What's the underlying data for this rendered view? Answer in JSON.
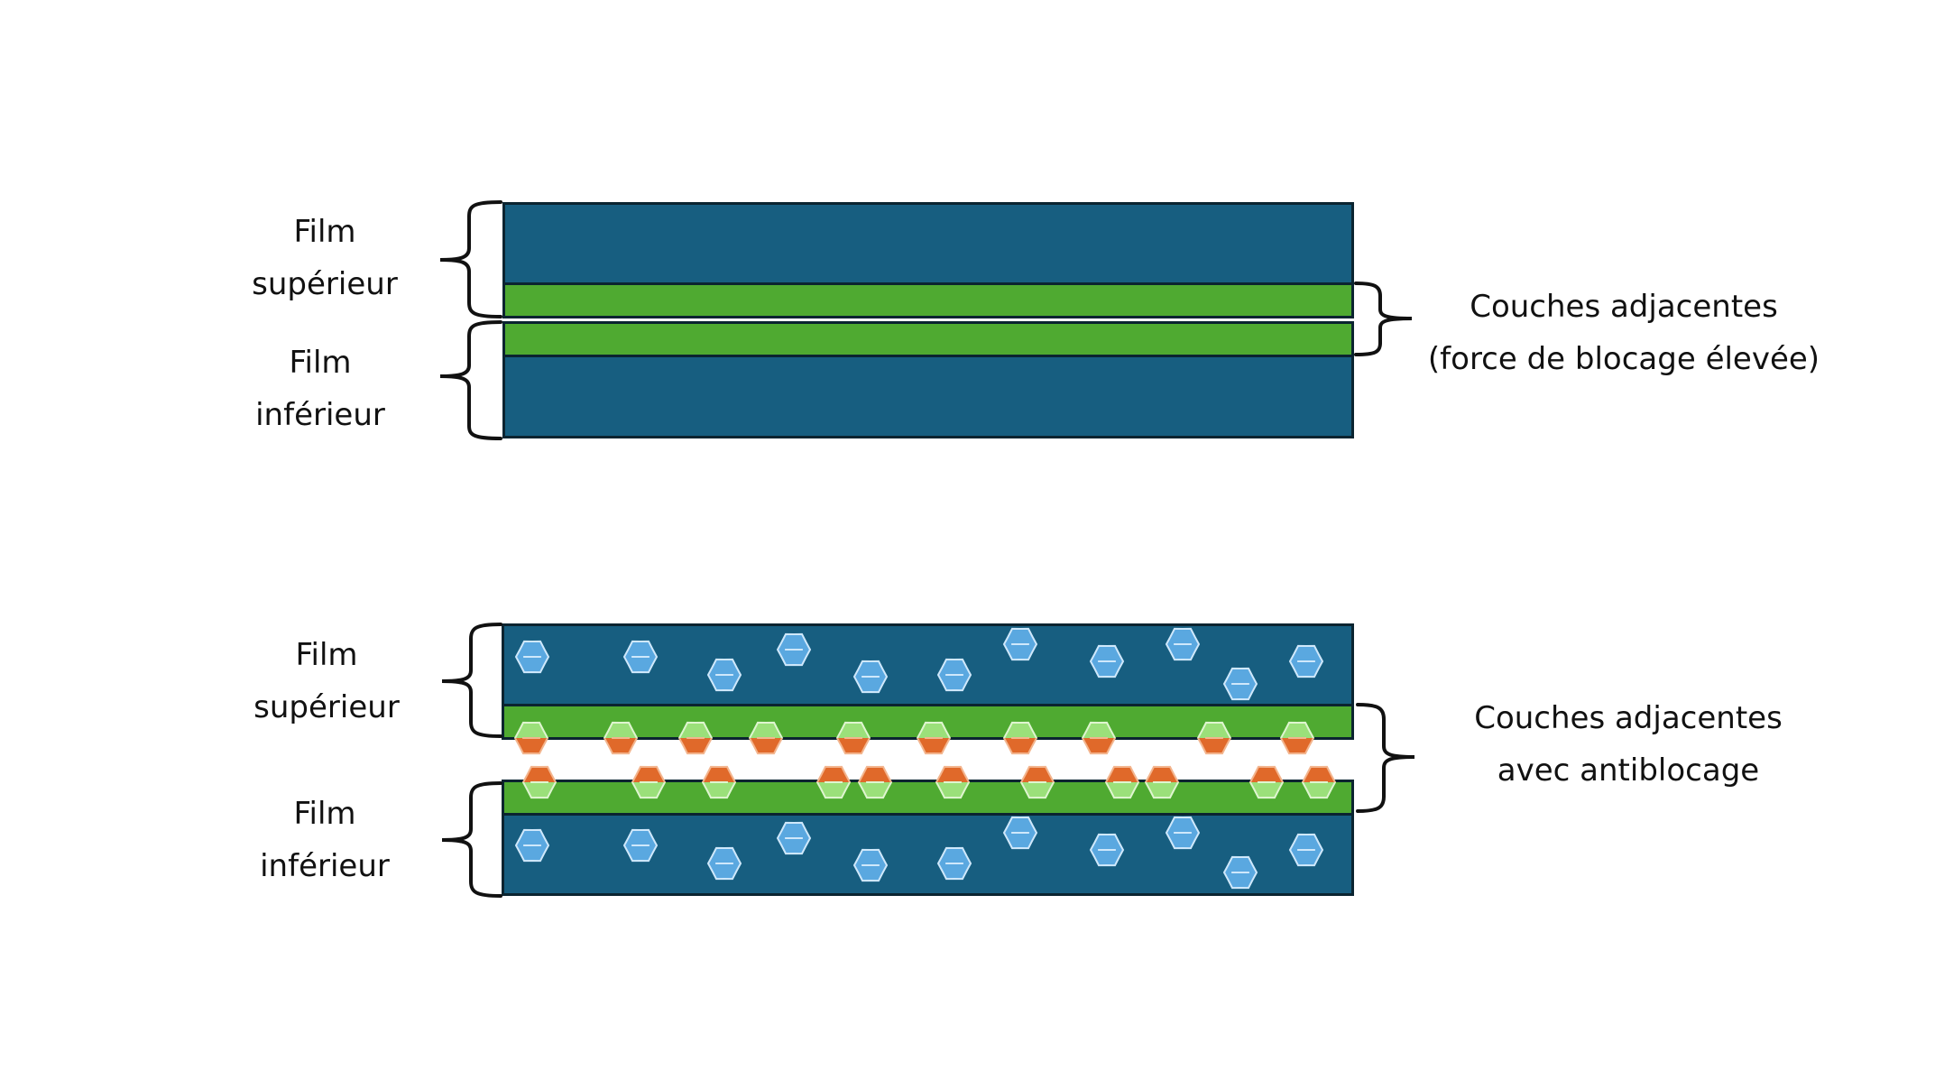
{
  "diagram": {
    "top": {
      "left_labels": {
        "upper_film": [
          "Film",
          "supérieur"
        ],
        "lower_film": [
          "Film",
          "inférieur"
        ]
      },
      "right_label": [
        "Couches adjacentes",
        "(force de blocage élevée)"
      ]
    },
    "bottom": {
      "left_labels": {
        "upper_film": [
          "Film",
          "supérieur"
        ],
        "lower_film": [
          "Film",
          "inférieur"
        ]
      },
      "right_label": [
        "Couches adjacentes",
        "avec antiblocage"
      ]
    },
    "colors": {
      "film_core": "#175e80",
      "adjacent_layer": "#4faa31",
      "additive_particle": "#5aa8e0",
      "antiblock_particle_green": "#9be07a",
      "antiblock_particle_orange": "#e0692a"
    }
  }
}
